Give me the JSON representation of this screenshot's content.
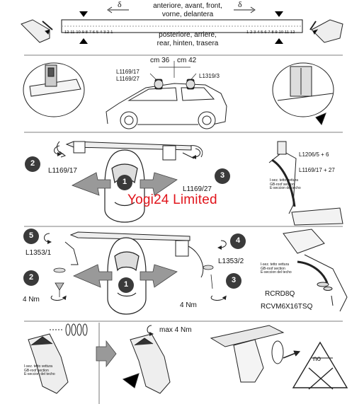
{
  "front_labels": [
    "anteriore, avant, front,",
    "vorne, delantera"
  ],
  "rear_labels": [
    "posteriore, arriere,",
    "rear, hinten, trasera"
  ],
  "scale_left": "12 11 10 9 8 7 6 5 4 3 2 1",
  "scale_right": "1 2 3 4 5 6 7 8 9 10 11 12",
  "distances": {
    "front": "cm 36",
    "rear": "cm 42"
  },
  "part_codes": {
    "front_foot_a": "L1169/17",
    "front_foot_b": "L1169/27",
    "rear_foot": "L1319/3",
    "step2_left": "L1169/17",
    "step2_right": "L1169/27",
    "pad_a": "L1206/5 + 6",
    "pad_b": "L1169/17 + 27",
    "step3_left": "L1353/1",
    "step3_right": "L1353/2",
    "screw_a": "RCRD8Q",
    "screw_b": "RCVM6X16TSQ"
  },
  "roof_section": [
    "I-sez. tetto vettura",
    "GB-roof section",
    "E-seccion del techo"
  ],
  "torque": {
    "left": "4 Nm",
    "right": "4 Nm",
    "max": "max 4 Nm"
  },
  "step_numbers": {
    "n1": "1",
    "n2": "2",
    "n3": "3",
    "n4": "4",
    "n5": "5"
  },
  "no_label": "no",
  "watermark": "Yogi24 Limited"
}
